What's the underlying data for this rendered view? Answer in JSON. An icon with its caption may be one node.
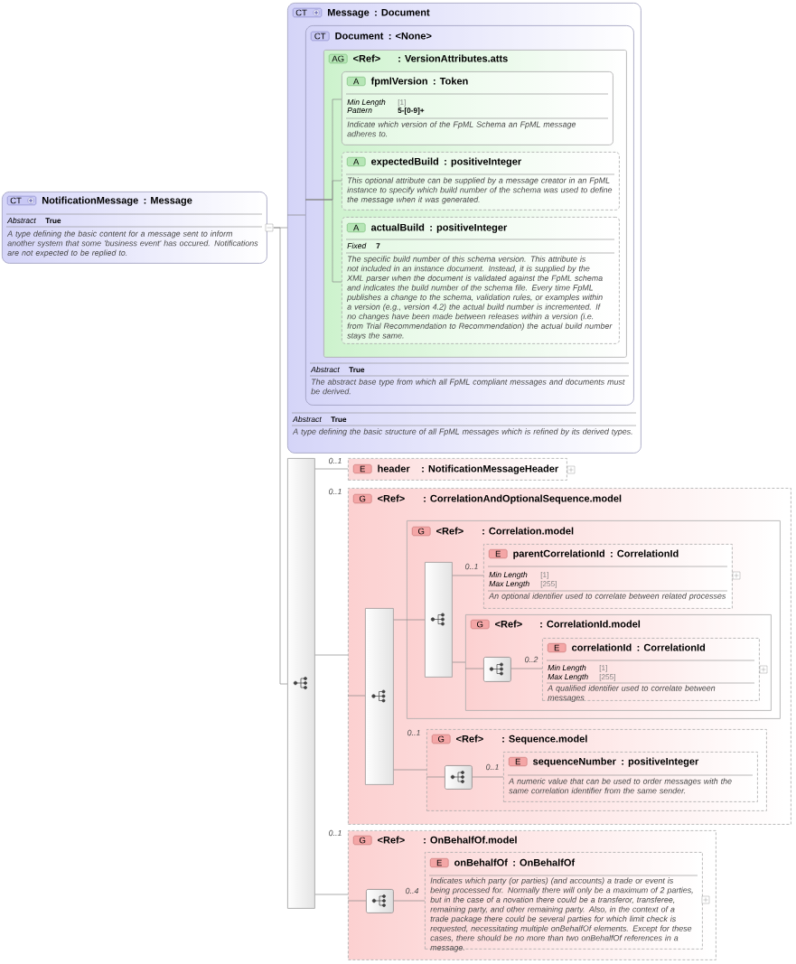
{
  "diagram": {
    "nodes": [
      {
        "text": [
          "CT",
          "NotificationMessage",
          ": Message",
          "Abstract",
          "True",
          "A type defining the basic content for a message sent to inform another system that some 'business event' has occured. Notifications are not expected to be replied to."
        ]
      },
      {
        "text": [
          "CT",
          "Message",
          ": Document",
          "Abstract",
          "True",
          "A type defining the basic structure of all FpML messages which is refined by its derived types."
        ]
      },
      {
        "text": [
          "CT",
          "Document",
          ": <None>",
          "Abstract",
          "True",
          "The abstract base type from which all FpML compliant messages and documents must be derived."
        ],
        "in": 1
      },
      {
        "text": [
          "AG",
          "<Ref>",
          ": VersionAttributes.atts"
        ],
        "in": 2
      },
      {
        "text": [
          "A",
          "fpmlVersion",
          ": Token",
          "Min Length",
          "[1]",
          "Pattern",
          "5-[0-9]+",
          "Indicate which version of the FpML Schema an FpML message adheres to."
        ],
        "in": 3
      },
      {
        "text": [
          "A",
          "expectedBuild",
          ": positiveInteger",
          "This optional attribute can be supplied by a message creator in an FpML instance to specify which build number of the schema was used to define the message when it was generated."
        ],
        "in": 3
      },
      {
        "text": [
          "A",
          "actualBuild",
          ": positiveInteger",
          "Fixed",
          "7",
          "The specific build number of this schema version. This attribute is not included in an instance document. Instead, it is supplied by the XML parser when the document is validated against the FpML schema and indicates the build number of the schema file. Every time FpML publishes a change to the schema, validation rules, or examples within a version (e.g., version 4.2) the actual build number is incremented. If no changes have been made between releases within a version (i.e. from Trial Recommendation to Recommendation) the actual build number stays the same."
        ],
        "in": 3
      },
      {
        "text": [],
        "shape": "bar"
      },
      {
        "text": [
          "E",
          "header",
          ": NotificationMessageHeader"
        ],
        "beside": [
          "0..1"
        ]
      },
      {
        "text": [
          "G",
          "<Ref>",
          ": CorrelationAndOptionalSequence.model"
        ],
        "beside": [
          "0..1"
        ]
      },
      {
        "text": [],
        "shape": "bar",
        "in": 9
      },
      {
        "text": [
          "G",
          "<Ref>",
          ": Correlation.model"
        ],
        "in": 9
      },
      {
        "text": [],
        "shape": "bar",
        "in": 11
      },
      {
        "text": [
          "E",
          "parentCorrelationId",
          ": CorrelationId",
          "Min Length",
          "[1]",
          "Max Length",
          "[255]",
          "An optional identifier used to correlate between related processes"
        ],
        "beside": [
          "0..1"
        ],
        "in": 11
      },
      {
        "text": [
          "G",
          "<Ref>",
          ": CorrelationId.model"
        ],
        "in": 11
      },
      {
        "text": [],
        "shape": "box",
        "in": 14
      },
      {
        "text": [
          "E",
          "correlationId",
          ": CorrelationId",
          "Min Length",
          "[1]",
          "Max Length",
          "[255]",
          "A qualified identifier used to correlate between messages"
        ],
        "beside": [
          "0..2"
        ],
        "in": 14
      },
      {
        "text": [
          "G",
          "<Ref>",
          ": Sequence.model"
        ],
        "beside": [
          "0..1"
        ],
        "in": 9
      },
      {
        "text": [],
        "shape": "box",
        "in": 17
      },
      {
        "text": [
          "E",
          "sequenceNumber",
          ": positiveInteger",
          "A numeric value that can be used to order messages with the same correlation identifier from the same sender."
        ],
        "beside": [
          "0..1"
        ],
        "in": 17
      },
      {
        "text": [
          "G",
          "<Ref>",
          ": OnBehalfOf.model"
        ],
        "beside": [
          "0..1"
        ]
      },
      {
        "text": [],
        "shape": "box",
        "in": 20
      },
      {
        "text": [
          "E",
          "onBehalfOf",
          ": OnBehalfOf",
          "Indicates which party (or parties) (and accounts) a trade or event is being processed for. Normally there will only be a maximum of 2 parties, but in the case of a novation there could be a transferor, transferee, remaining party, and other remaining party. Also, in the context of a trade package there could be several parties for which limit check is requested, necessitating multiple onBehalfOf elements. Except for these cases, there should be no more than two onBehalfOf references in a message."
        ],
        "beside": [
          "0..4"
        ],
        "in": 20
      }
    ],
    "edges": [
      {
        "from": 0,
        "to": 1,
        "arrow": "none"
      },
      {
        "from": 0,
        "to": 7,
        "arrow": "none"
      },
      {
        "from": 1,
        "to": 2,
        "arrow": "none"
      },
      {
        "from": 2,
        "to": 4,
        "arrow": "none"
      },
      {
        "from": 2,
        "to": 5,
        "arrow": "none"
      },
      {
        "from": 2,
        "to": 6,
        "arrow": "none"
      },
      {
        "from": 7,
        "to": 8,
        "arrow": "none"
      },
      {
        "from": 7,
        "to": 9,
        "arrow": "none"
      },
      {
        "from": 7,
        "to": 20,
        "arrow": "none"
      },
      {
        "from": 9,
        "to": 10,
        "arrow": "none"
      },
      {
        "from": 10,
        "to": 11,
        "arrow": "none"
      },
      {
        "from": 11,
        "to": 12,
        "arrow": "none"
      },
      {
        "from": 10,
        "to": 17,
        "arrow": "none"
      },
      {
        "from": 17,
        "to": 18,
        "arrow": "none"
      },
      {
        "from": 18,
        "to": 19,
        "arrow": "none"
      },
      {
        "from": 12,
        "to": 13,
        "arrow": "none"
      },
      {
        "from": 12,
        "to": 14,
        "arrow": "none"
      },
      {
        "from": 14,
        "to": 15,
        "arrow": "none"
      },
      {
        "from": 15,
        "to": 16,
        "arrow": "none"
      },
      {
        "from": 20,
        "to": 21,
        "arrow": "none"
      },
      {
        "from": 21,
        "to": 22,
        "arrow": "none"
      }
    ]
  }
}
